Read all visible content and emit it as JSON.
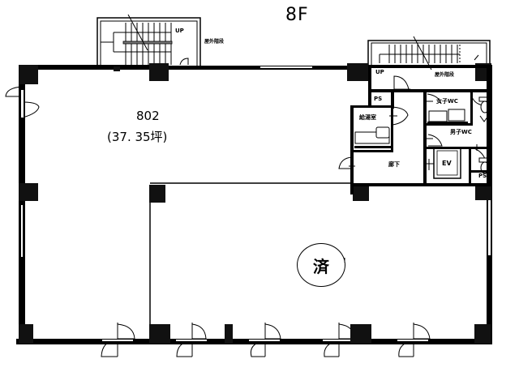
{
  "floor_plan": {
    "floor_label": "8F",
    "unit": {
      "name": "802",
      "area": "(37. 35坪)"
    },
    "stamp": "済",
    "rooms": {
      "stair_left_label": "屋外階段",
      "stair_left_up": "UP",
      "stair_right_label": "屋外階段",
      "stair_right_up": "UP",
      "ps_top": "PS",
      "ps_bottom": "PS",
      "kitchenette": "給湯室",
      "womens_wc": "女子WC",
      "mens_wc": "男子WC",
      "corridor": "廊下",
      "elevator": "EV"
    },
    "colors": {
      "wall": "#000000",
      "background": "#ffffff"
    }
  }
}
